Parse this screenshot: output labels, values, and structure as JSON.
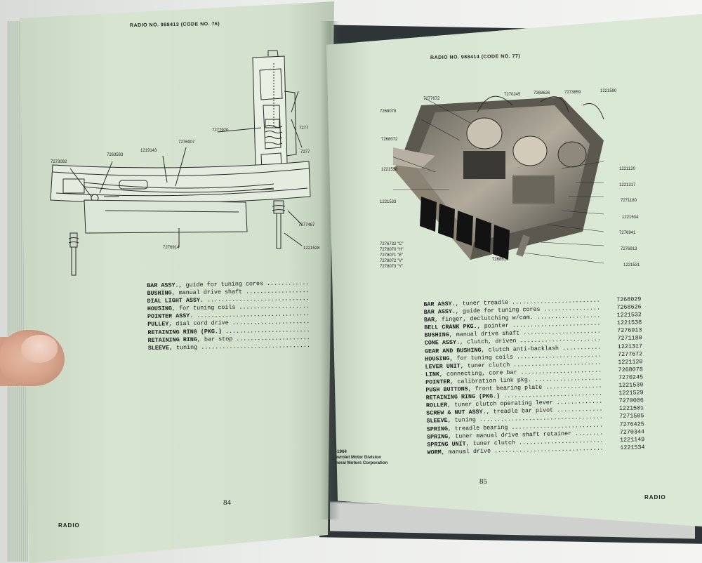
{
  "left_page": {
    "running_head": "RADIO NO. 988413 (CODE NO. 76)",
    "page_number": "84",
    "footer_label": "RADIO",
    "callouts": [
      "7273092",
      "7263593",
      "1219143",
      "7276907",
      "7277920",
      "7277",
      "7277",
      "7277487",
      "1221528",
      "7276914"
    ],
    "parts": [
      {
        "name": "BAR ASSY.",
        "desc": ", guide for tuning cores"
      },
      {
        "name": "BUSHING",
        "desc": ", manual drive shaft"
      },
      {
        "name": "DIAL LIGHT ASSY.",
        "desc": ""
      },
      {
        "name": "HOUSING",
        "desc": ", for tuning coils"
      },
      {
        "name": "POINTER ASSY.",
        "desc": ""
      },
      {
        "name": "PULLEY",
        "desc": ", dial cord drive"
      },
      {
        "name": "RETAINING RING (PKG.)",
        "desc": ""
      },
      {
        "name": "RETAINING RING",
        "desc": ", bar stop"
      },
      {
        "name": "SLEEVE",
        "desc": ", tuning"
      }
    ]
  },
  "right_page": {
    "running_head": "RADIO NO. 988414 (CODE NO. 77)",
    "page_number": "85",
    "footer_label": "RADIO",
    "copyright": [
      "-1964",
      "evrolet Motor Division",
      "neral Motors Corporation"
    ],
    "callouts_top": [
      "7277672",
      "7270245",
      "7268626",
      "7273859",
      "1221590"
    ],
    "callouts_left": [
      "7268078",
      "7268072",
      "1221538",
      "1221533"
    ],
    "callouts_right": [
      "1221120",
      "1221317",
      "7271180",
      "1221534",
      "7276941",
      "7276913",
      "1221531"
    ],
    "callouts_bottom": [
      "7268610"
    ],
    "button_codes": [
      "7276732 \"C\"",
      "7278070 \"H\"",
      "7278071 \"E\"",
      "7278072 \"V\"",
      "7278073 \"Y\""
    ],
    "parts": [
      {
        "name": "BAR ASSY.",
        "desc": ", tuner treadle",
        "pn": "7268029"
      },
      {
        "name": "BAR ASSY.",
        "desc": ", guide for tuning cores",
        "pn": "7268626"
      },
      {
        "name": "BAR",
        "desc": ", finger, declutching w/cam.",
        "pn": "1221532"
      },
      {
        "name": "BELL CRANK PKG.",
        "desc": ", pointer",
        "pn": "1221538"
      },
      {
        "name": "BUSHING",
        "desc": ", manual drive shaft",
        "pn": "7276913"
      },
      {
        "name": "CONE ASSY.",
        "desc": ", clutch, driven",
        "pn": "7271180"
      },
      {
        "name": "GEAR AND BUSHING",
        "desc": ", clutch anti-backlash",
        "pn": "1221317"
      },
      {
        "name": "HOUSING",
        "desc": ", for tuning coils",
        "pn": "7277672"
      },
      {
        "name": "LEVER UNIT",
        "desc": ", tuner clutch",
        "pn": "1221120"
      },
      {
        "name": "LINK",
        "desc": ", connecting, core bar",
        "pn": "7268078"
      },
      {
        "name": "POINTER",
        "desc": ", calibration link pkg.",
        "pn": "7270245"
      },
      {
        "name": "PUSH BUTTONS",
        "desc": ", front bearing plate",
        "pn": "1221539"
      },
      {
        "name": "RETAINING RING (PKG.)",
        "desc": "",
        "pn": "1221529"
      },
      {
        "name": "ROLLER",
        "desc": ", tuner clutch operating lever",
        "pn": "7270006"
      },
      {
        "name": "SCREW & NUT ASSY.",
        "desc": ", treadle bar pivot",
        "pn": "1221501"
      },
      {
        "name": "SLEEVE",
        "desc": ", tuning",
        "pn": "7271505"
      },
      {
        "name": "SPRING",
        "desc": ", treadle bearing",
        "pn": "7276425"
      },
      {
        "name": "SPRING",
        "desc": ", tuner manual drive shaft retainer",
        "pn": "7270344"
      },
      {
        "name": "SPRING UNIT",
        "desc": ", tuner clutch",
        "pn": "1221149"
      },
      {
        "name": "WORM",
        "desc": ", manual drive",
        "pn": "1221534"
      }
    ]
  }
}
